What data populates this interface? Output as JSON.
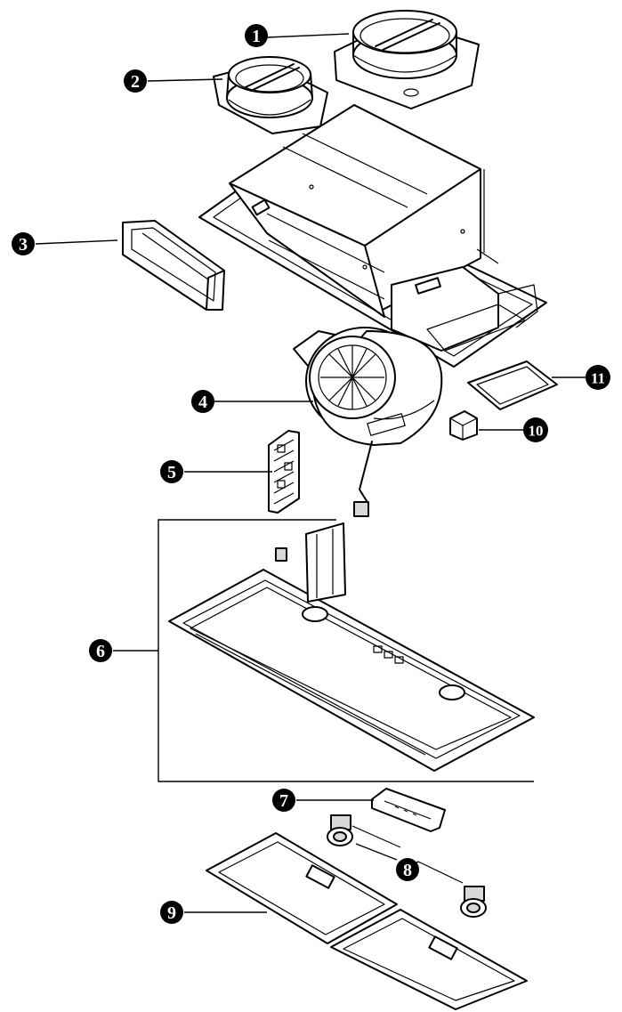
{
  "parts": [
    {
      "number": "1"
    },
    {
      "number": "2"
    },
    {
      "number": "3"
    },
    {
      "number": "4"
    },
    {
      "number": "5"
    },
    {
      "number": "6"
    },
    {
      "number": "7"
    },
    {
      "number": "8"
    },
    {
      "number": "9"
    },
    {
      "number": "10"
    },
    {
      "number": "11"
    }
  ]
}
